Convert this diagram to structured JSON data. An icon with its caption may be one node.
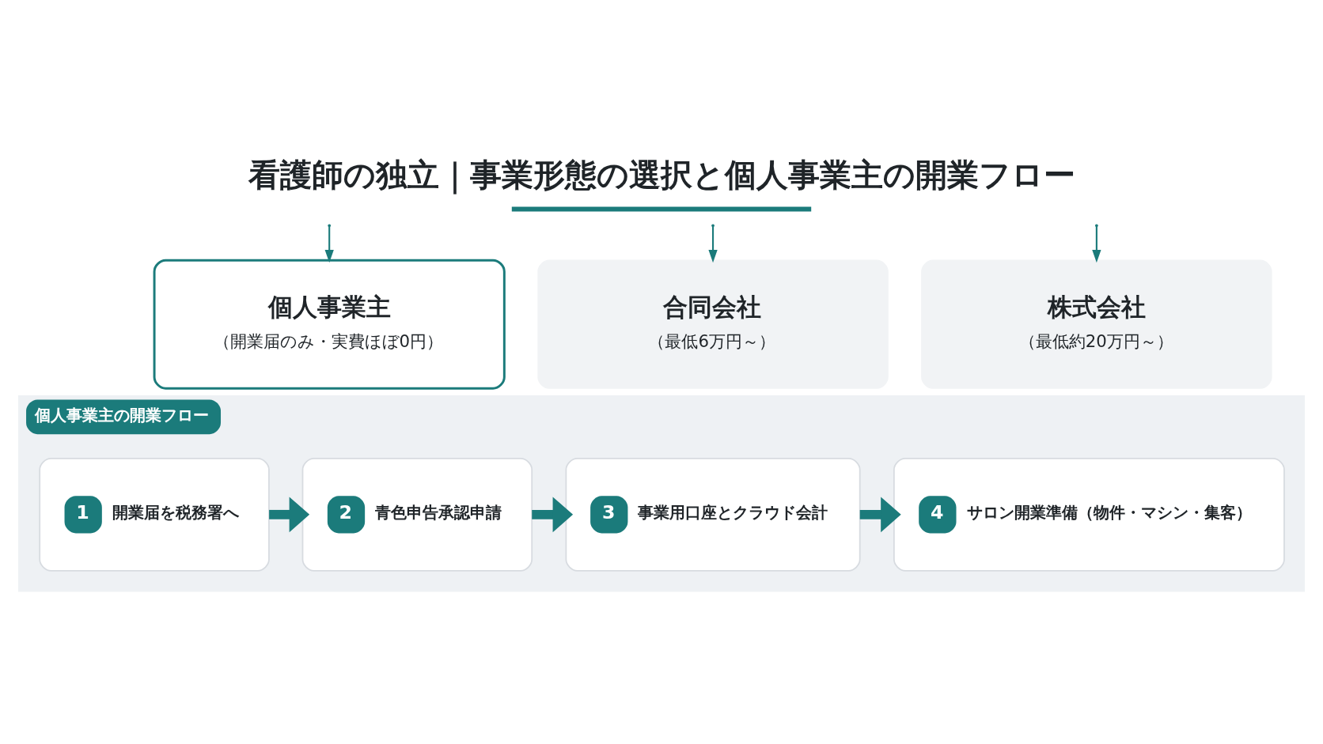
{
  "diagram": {
    "title": "看護師の独立｜事業形態の選択と個人事業主の開業フロー",
    "nodes": [
      {
        "text": [
          "個人事業主",
          "（開業届のみ・実費ほぼ0円）"
        ]
      },
      {
        "text": [
          "合同会社",
          "（最低6万円～）"
        ]
      },
      {
        "text": [
          "株式会社",
          "（最低約20万円～）"
        ]
      },
      {
        "text": [
          "個人事業主の開業フロー"
        ]
      },
      {
        "text": [
          "1",
          "開業届を税務署へ"
        ],
        "in": 3
      },
      {
        "text": [
          "2",
          "青色申告承認申請"
        ],
        "in": 3
      },
      {
        "text": [
          "3",
          "事業用口座とクラウド会計"
        ],
        "in": 3
      },
      {
        "text": [
          "4",
          "サロン開業準備（物件・マシン・集客）"
        ],
        "in": 3
      }
    ],
    "edges": [
      {
        "from": null,
        "to": 0,
        "arrow": "to"
      },
      {
        "from": null,
        "to": 1,
        "arrow": "to"
      },
      {
        "from": null,
        "to": 2,
        "arrow": "to"
      },
      {
        "from": 4,
        "to": 5,
        "arrow": "to",
        "style": "thick"
      },
      {
        "from": 5,
        "to": 6,
        "arrow": "to",
        "style": "thick"
      },
      {
        "from": 6,
        "to": 7,
        "arrow": "to",
        "style": "thick"
      }
    ]
  }
}
